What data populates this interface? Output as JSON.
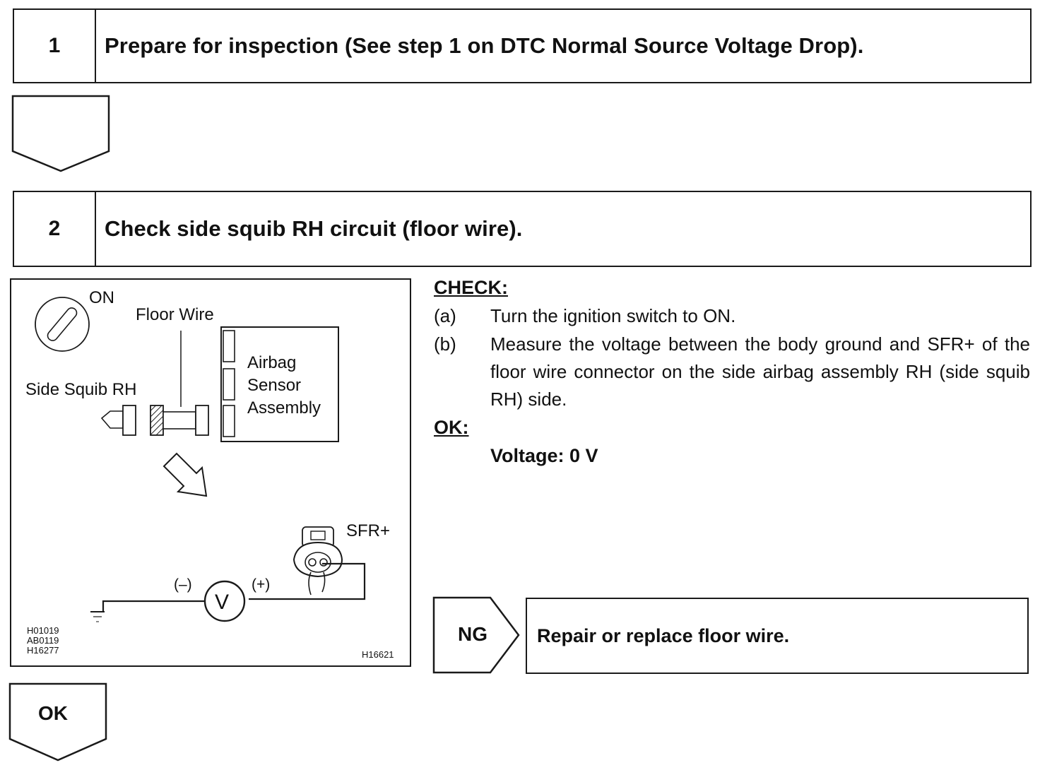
{
  "step1": {
    "number": "1",
    "title": "Prepare for inspection (See step 1 on  DTC Normal Source Voltage Drop)."
  },
  "step2": {
    "number": "2",
    "title": "Check side squib RH circuit (floor wire)."
  },
  "figure": {
    "switch_label": "ON",
    "floor_wire_label": "Floor Wire",
    "squib_label": "Side Squib RH",
    "sensor_label_lines": [
      "Airbag",
      "Sensor",
      "Assembly"
    ],
    "terminal_label": "SFR+",
    "minus_label": "(–)",
    "plus_label": "(+)",
    "voltmeter_symbol": "V",
    "codes_left": [
      "H01019",
      "AB0119",
      "H16277"
    ],
    "code_right": "H16621"
  },
  "check": {
    "heading": "CHECK:",
    "items": [
      {
        "letter": "(a)",
        "text": "Turn the ignition switch to ON."
      },
      {
        "letter": "(b)",
        "text": "Measure the voltage between the body ground and SFR+ of the floor wire connector on the side airbag assembly RH (side squib RH) side."
      }
    ],
    "ok_heading": "OK:",
    "ok_value": "Voltage: 0 V"
  },
  "ng_branch": {
    "label": "NG",
    "action": "Repair or replace floor wire."
  },
  "ok_branch": {
    "label": "OK"
  }
}
